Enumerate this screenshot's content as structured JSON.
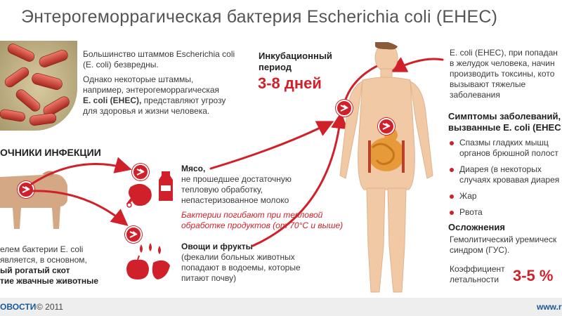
{
  "title": "Энтерогеморрагическая бактерия Escherichia coli (EHEC)",
  "intro": {
    "p1_line1": "Большинство штаммов Escherichia coli",
    "p1_line2": "(E. coli) безвредны.",
    "p2_line1": "Однако некоторые штаммы,",
    "p2_line2": "например, энтерогеморрагическая",
    "p2_bold": "E. coli (EHEC),",
    "p2_line3_rest": "представляют угрозу",
    "p2_line4": "для здоровья и жизни человека."
  },
  "incubation": {
    "label_line1": "Инкубационный",
    "label_line2": "период",
    "value": "3-8 дней"
  },
  "sources": {
    "header": "ОЧНИКИ ИНФЕКЦИИ",
    "carrier_line1": "елем бактерии E. coli",
    "carrier_line2": "является, в основном,",
    "carrier_bold1": "ый рогатый скот",
    "carrier_bold2": "тие жвачные животные"
  },
  "meat": {
    "title": "Мясо,",
    "line1": "не прошедшее достаточную",
    "line2": "тепловую обработку,",
    "line3": "непастеризованное молоко"
  },
  "heat_note": {
    "line1": "Бактерии погибают при тепловой",
    "line2": "обработке продуктов (от 70°С и выше)"
  },
  "veg": {
    "title": "Овощи и фрукты",
    "line1": "(фекалии больных животных",
    "line2": "попадают в водоемы, которые",
    "line3": "питают почву)"
  },
  "toxin": {
    "line1": "E. coli (EHEC), при попадан",
    "line2": "в желудок человека, начин",
    "line3": "производить токсины, кото",
    "line4": "вызывают тяжелые",
    "line5": "заболевания"
  },
  "symptoms": {
    "header_line1": "Симптомы заболеваний,",
    "header_line2": "вызванные E. coli (EHEC",
    "items": [
      {
        "line1": "Спазмы гладких мышц",
        "line2": "органов брюшной полост"
      },
      {
        "line1": "Диарея (в некоторых",
        "line2": "случаях кровавая диарея"
      },
      {
        "line1": "Жар",
        "line2": ""
      },
      {
        "line1": "Рвота",
        "line2": ""
      }
    ]
  },
  "complications": {
    "header": "Осложнения",
    "line1": "Гемолитический уремическ",
    "line2": "синдром (ГУС)."
  },
  "lethality": {
    "label_line1": "Коэффициент",
    "label_line2": "летальности",
    "value": "3-5 %"
  },
  "footer": {
    "left": "ОВОСТИ",
    "year": "© 2011",
    "right": "www.r"
  },
  "colors": {
    "accent": "#d0202a",
    "body_skin": "#f1c9a5",
    "cow": "#d5a885"
  }
}
